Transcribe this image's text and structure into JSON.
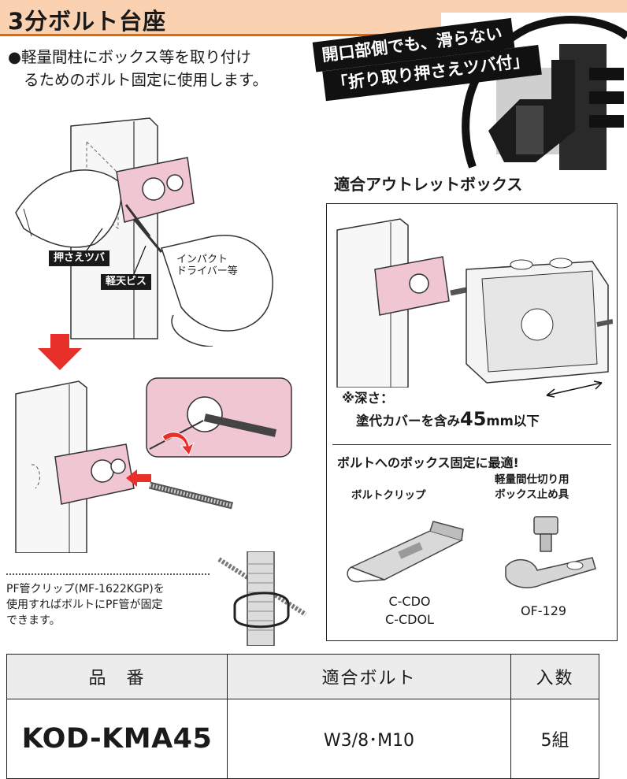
{
  "header": {
    "title": "3分ボルト台座"
  },
  "intro": {
    "line1": "●軽量間柱にボックス等を取り付け",
    "line2": "るためのボルト固定に使用します。"
  },
  "callout": {
    "line1": "開口部側でも、滑らない",
    "line2": "「折り取り押さえツバ付」"
  },
  "illustration_labels": {
    "flange": "押さえツバ",
    "screw": "軽天ビス",
    "driver_line1": "インパクト",
    "driver_line2": "ドライバー等"
  },
  "compatible_box": {
    "title": "適合アウトレットボックス",
    "depth_line1": "※深さ：",
    "depth_line2_pre": "塗代カバーを含み",
    "depth_value": "45",
    "depth_line2_post": "mm以下"
  },
  "accessories": {
    "title": "ボルトへのボックス固定に最適!",
    "bolt_clip": {
      "label": "ボルトクリップ",
      "codes": [
        "C-CDO",
        "C-CDOL"
      ]
    },
    "stopper": {
      "label_line1": "軽量間仕切り用",
      "label_line2": "ボックス止め具",
      "code": "OF-129"
    }
  },
  "pf_note": {
    "line1": "PF管クリップ(MF-1622KGP)を",
    "line2": "使用すればボルトにPF管が固定",
    "line3": "できます。"
  },
  "spec_table": {
    "headers": [
      "品　番",
      "適合ボルト",
      "入数"
    ],
    "rows": [
      [
        "KOD-KMA45",
        "W3/8･M10",
        "5組"
      ]
    ]
  },
  "colors": {
    "header_bg": "#fbd2b1",
    "header_rule": "#e06a00",
    "part_pink": "#f0c6d2",
    "arrow_red": "#e8302a"
  },
  "icons": [
    "down-arrow-icon",
    "rotate-arrow-icon",
    "insert-arrow-icon",
    "depth-dimension-icon"
  ]
}
